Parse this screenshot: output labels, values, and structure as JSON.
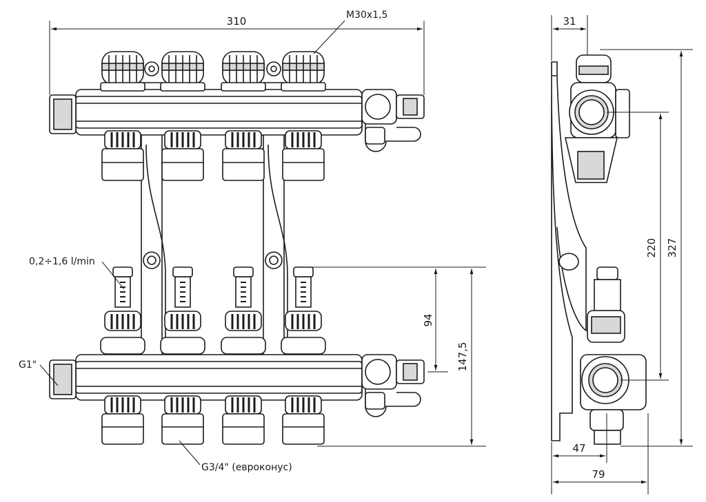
{
  "labels": {
    "thread_top": "M30x1,5",
    "flow_range": "0,2÷1,6 l/min",
    "inlet": "G1\"",
    "outlet": "G3/4\" (евроконус)"
  },
  "dimensions": {
    "total_width": "310",
    "side_depth_top": "31",
    "flowmeter_height": "94",
    "lower_height": "147,5",
    "axis_distance": "220",
    "total_height": "327",
    "side_offset": "47",
    "side_depth": "79"
  },
  "colors": {
    "line": "#1a1a1a",
    "fill": "#ffffff",
    "shade": "#d8d8d8"
  },
  "outlet_count": 4,
  "outlet_count_note": "shown: 4 circuits on supply and return bars"
}
